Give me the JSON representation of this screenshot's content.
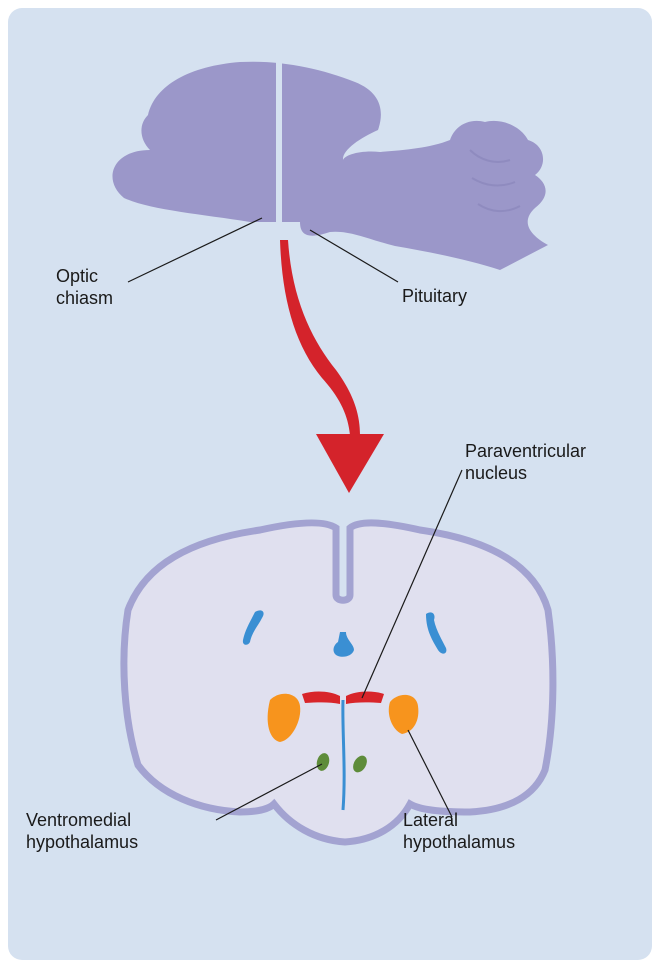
{
  "labels": {
    "optic_chiasm": [
      "Optic",
      "chiasm"
    ],
    "pituitary": [
      "Pituitary"
    ],
    "paraventricular_nucleus": [
      "Paraventricular",
      "nucleus"
    ],
    "ventromedial_hypothalamus": [
      "Ventromedial",
      "hypothalamus"
    ],
    "lateral_hypothalamus": [
      "Lateral",
      "hypothalamus"
    ]
  },
  "colors": {
    "background": "#d5e1f0",
    "sagittal_brain": "#9b97c9",
    "coronal_fill": "#e0e0ef",
    "coronal_outline": "#a3a3d1",
    "arrow": "#d4232b",
    "ventricle": "#3a8fd3",
    "paraventricular": "#d8252a",
    "lateral": "#f7941d",
    "ventromedial": "#5e8c3a"
  },
  "icons": {
    "sagittal": "sagittal-brain-icon",
    "coronal": "coronal-section-icon",
    "arrow": "curved-arrow-icon"
  }
}
